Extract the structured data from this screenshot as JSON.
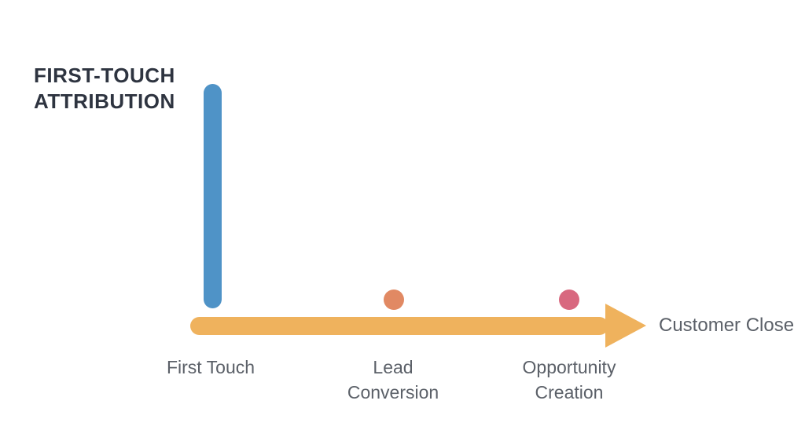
{
  "title": {
    "line1": "FIRST-TOUCH",
    "line2": "ATTRIBUTION"
  },
  "axis": {
    "end_label": "Customer Close"
  },
  "stages": [
    {
      "lines": [
        "First Touch"
      ],
      "marker": "tall-bar",
      "credit": "full"
    },
    {
      "lines": [
        "Lead",
        "Conversion"
      ],
      "marker": "small-dot",
      "credit": "none"
    },
    {
      "lines": [
        "Opportunity",
        "Creation"
      ],
      "marker": "small-dot",
      "credit": "none"
    }
  ],
  "colors": {
    "bar_blue": "#4F93C7",
    "arrow_gold": "#EFB25D",
    "dot_orange": "#E18963",
    "dot_pink": "#D8687F",
    "title_text": "#2E3440",
    "label_text": "#5B6068",
    "background": "#FFFFFF"
  }
}
